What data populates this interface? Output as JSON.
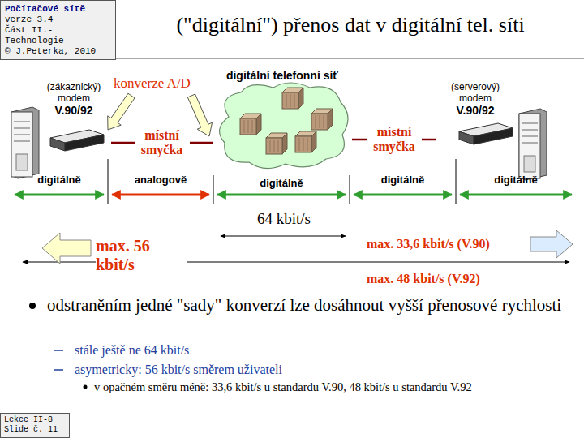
{
  "diagram": {
    "title": "(\"digitální\") přenos dat v digitální tel. síti",
    "nodes": [
      {
        "text": [
          "Počítačové sítě",
          "verze 3.4",
          "Část II.-Technologie",
          "© J.Peterka, 2010"
        ]
      },
      {
        "text": [
          "(zákaznický) modem",
          "V.90/92"
        ]
      },
      {
        "text": [
          "digitální telefonní síť"
        ]
      },
      {
        "text": [
          "(serverový) modem",
          "V.90/92"
        ]
      },
      {
        "text": [
          "Lekce II-8",
          "Slide č. 11"
        ]
      }
    ],
    "edges": [
      {
        "from": 1,
        "to": 2,
        "arrow": "none",
        "label": "místní smyčka"
      },
      {
        "from": 2,
        "to": 3,
        "arrow": "none",
        "label": "místní smyčka"
      }
    ],
    "labels": [
      "konverze A/D",
      "digitálně",
      "analogově",
      "digitálně",
      "digitálně",
      "digitálně",
      "64 kbit/s",
      "max. 56 kbit/s",
      "max. 33,6 kbit/s (V.90)",
      "max. 48 kbit/s (V.92)",
      "odstraněním jedné \"sady\" konverzí lze dosáhnout vyšší přenosové rychlosti",
      "stále ještě ne 64 kbit/s",
      "asymetricky: 56 kbit/s směrem uživateli",
      "v opačném směru méně: 33,6 kbit/s u standardu V.90, 48 kbit/s u standardu V.92"
    ]
  }
}
